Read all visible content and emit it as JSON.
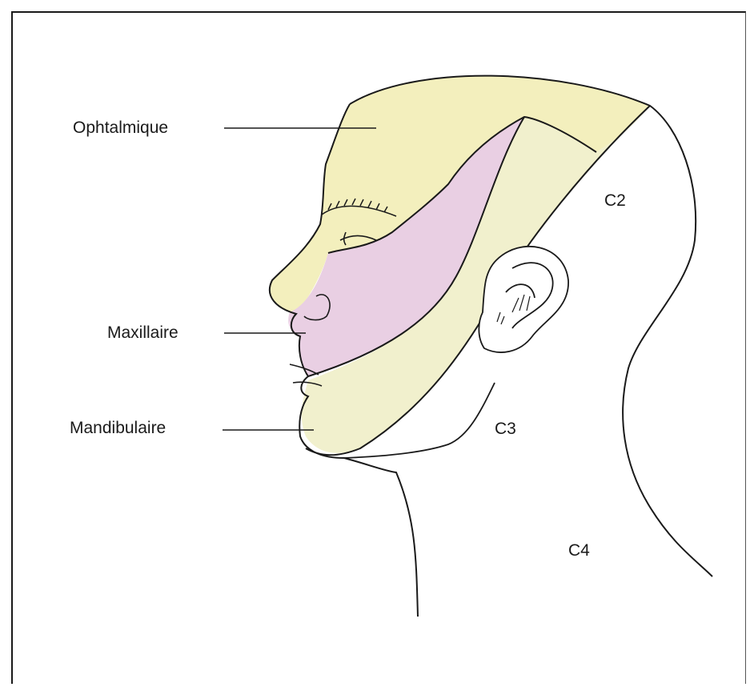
{
  "labels": {
    "ophtalmique": "Ophtalmique",
    "maxillaire": "Maxillaire",
    "mandibulaire": "Mandibulaire",
    "c2": "C2",
    "c3": "C3",
    "c4": "C4"
  },
  "colors": {
    "ophtalmique_fill": "#f3efbd",
    "maxillaire_fill": "#e9cfe3",
    "mandibulaire_fill": "#f1f0cd",
    "outline": "#1a1a1a"
  }
}
